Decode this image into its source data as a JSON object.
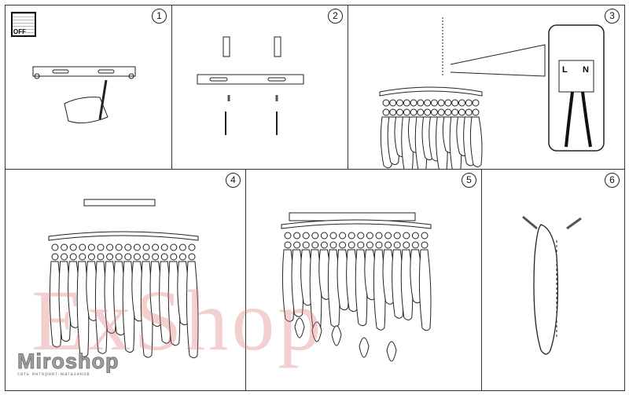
{
  "steps": [
    {
      "number": "1"
    },
    {
      "number": "2"
    },
    {
      "number": "3"
    },
    {
      "number": "4"
    },
    {
      "number": "5"
    },
    {
      "number": "6"
    }
  ],
  "switch_label": "OFF",
  "terminal_labels": {
    "live": "L",
    "neutral": "N"
  },
  "watermark": "ExShop",
  "logo": {
    "name": "Miroshop",
    "tagline": "сеть интернет-магазинов"
  }
}
